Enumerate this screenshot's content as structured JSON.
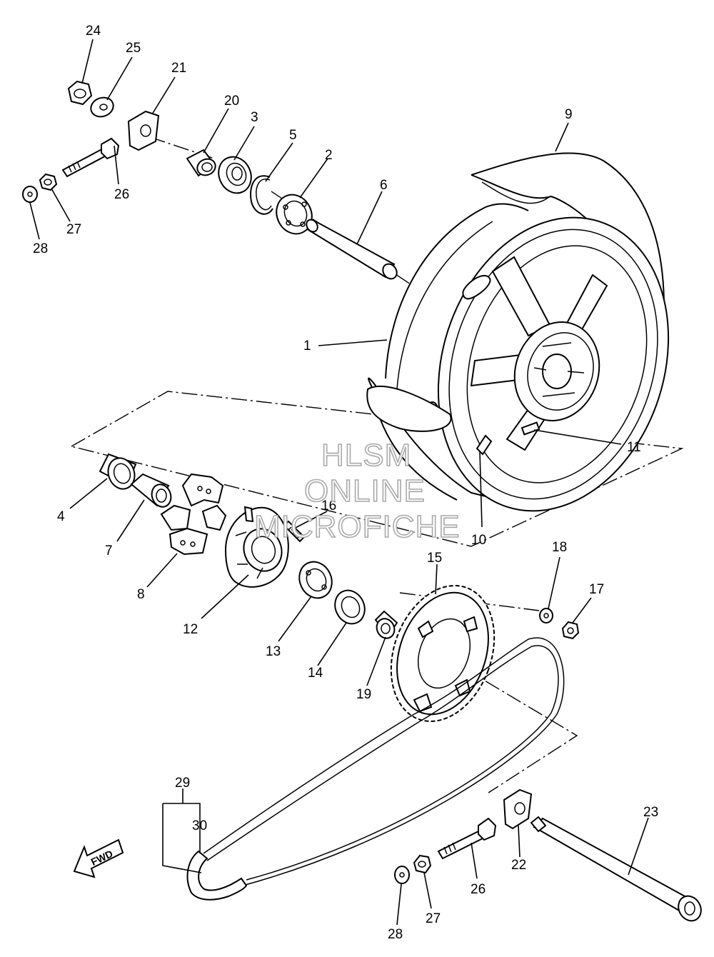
{
  "watermark": {
    "line1": "HLSM",
    "line2": "ONLINE",
    "line3": "MICROFICHE"
  },
  "direction_label": "FWD",
  "callouts": {
    "c1": "1",
    "c2": "2",
    "c3": "3",
    "c4": "4",
    "c5": "5",
    "c6": "6",
    "c7": "7",
    "c8": "8",
    "c9": "9",
    "c10": "10",
    "c11": "11",
    "c12": "12",
    "c13": "13",
    "c14": "14",
    "c15": "15",
    "c16": "16",
    "c17": "17",
    "c18": "18",
    "c19": "19",
    "c20": "20",
    "c21": "21",
    "c22": "22",
    "c23": "23",
    "c24": "24",
    "c25": "25",
    "c26a": "26",
    "c26b": "26",
    "c27a": "27",
    "c27b": "27",
    "c28a": "28",
    "c28b": "28",
    "c29": "29",
    "c30": "30"
  }
}
